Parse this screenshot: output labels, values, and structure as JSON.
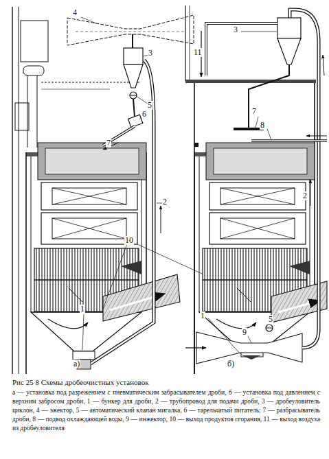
{
  "diagram": {
    "caption": "Рис 25 8 Схемы дробеочистных установок",
    "labels": [
      "4",
      "3",
      "3",
      "11",
      "5",
      "7",
      "6",
      "8",
      "7",
      "2",
      "2",
      "10",
      "1",
      "1",
      "5",
      "9",
      "а)",
      "б)",
      "а — установка под разрежением с пневматическим забрасывателем дроби, б — установка под давлением с верхним забросом дроби, 1 — бункер для дроби, 2 — трубопровод для подачи дроби, 3 — дробеуловитель циклон, 4 — эжектор, 5 — автоматический клапан мигалка, 6 — тарельчатый питатель; 7 — разбрасыватель дроби, 8 — подвод охлаждающей воды, 9 — инжектор, 10 — выход продуктов сгорания, 11 — выход воздуха из дробеуловителя"
    ]
  }
}
